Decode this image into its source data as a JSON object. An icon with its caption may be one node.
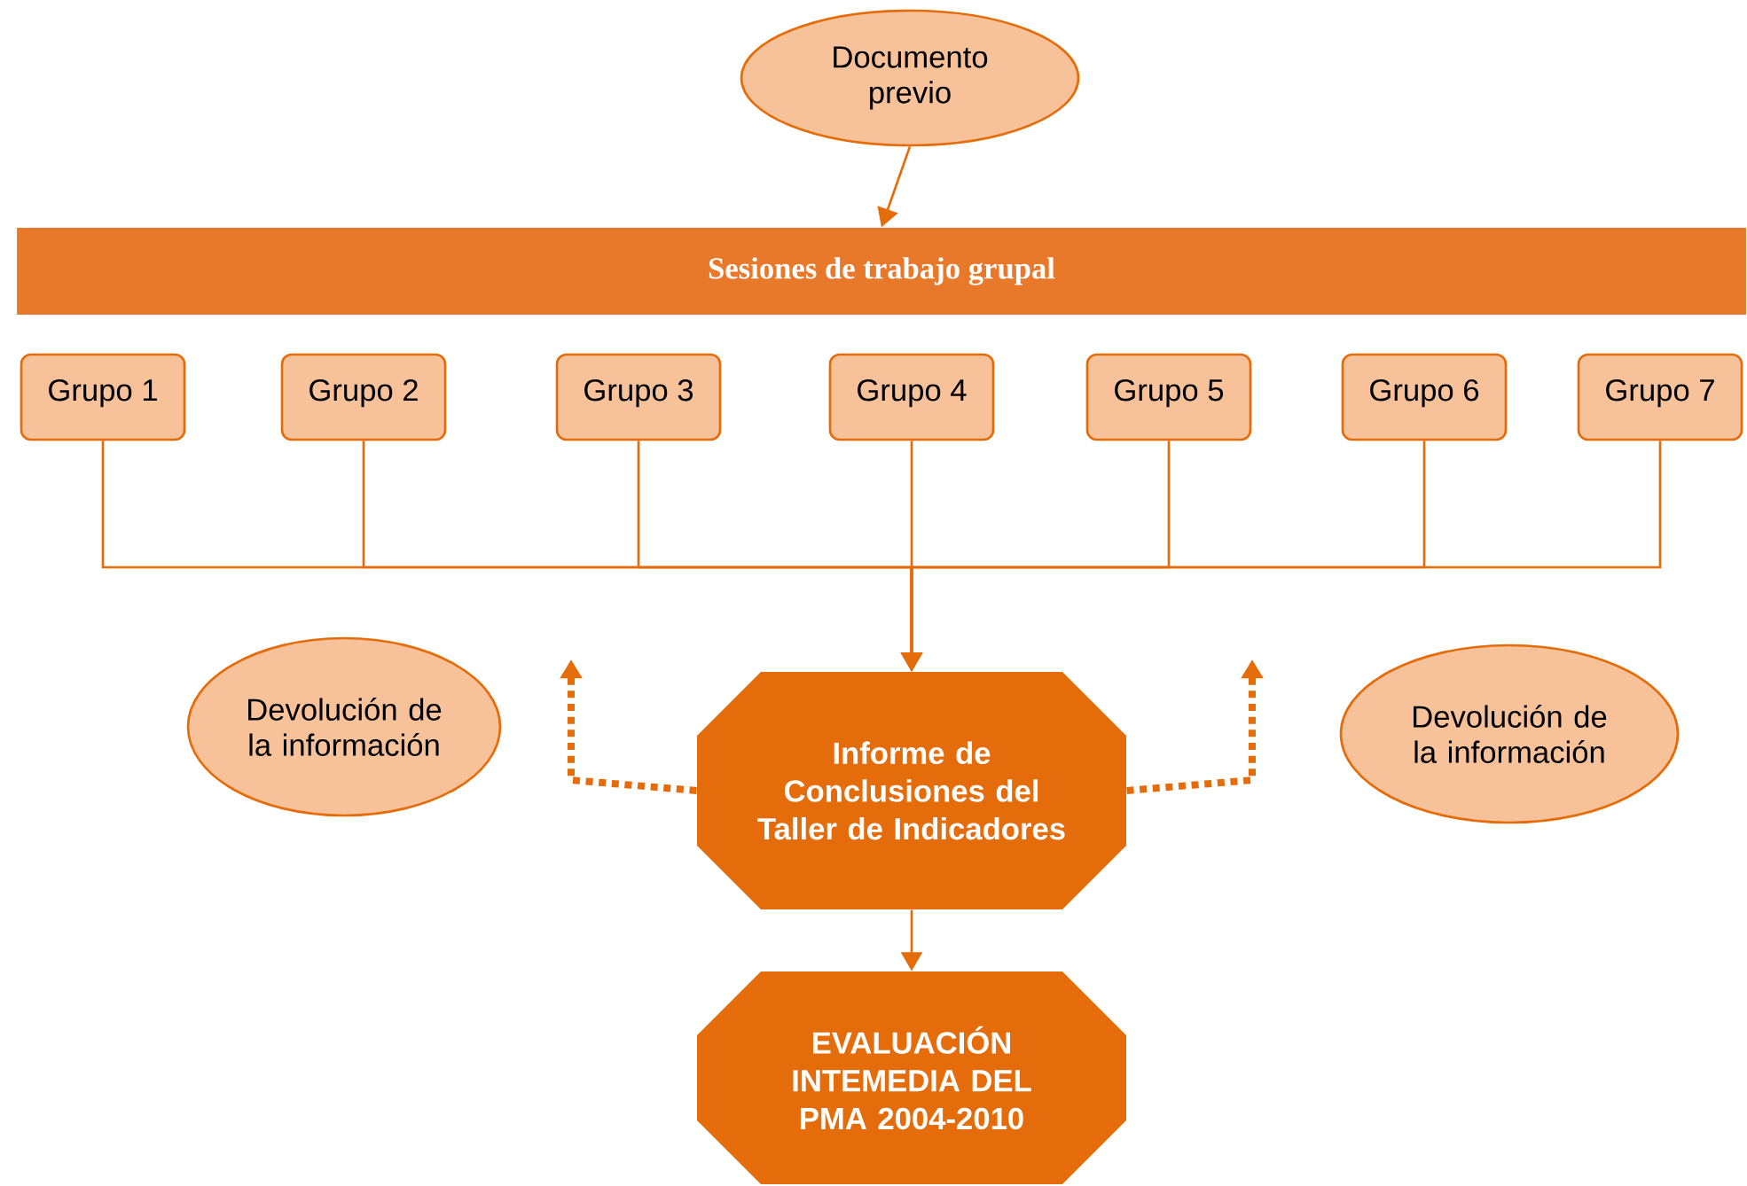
{
  "diagram": {
    "nodes": [
      {
        "text": [
          "Documento previo"
        ]
      },
      {
        "text": [
          "Sesiones de trabajo grupal"
        ]
      },
      {
        "text": [
          "Grupo 1"
        ]
      },
      {
        "text": [
          "Grupo 2"
        ]
      },
      {
        "text": [
          "Grupo 3"
        ]
      },
      {
        "text": [
          "Grupo 4"
        ]
      },
      {
        "text": [
          "Grupo 5"
        ]
      },
      {
        "text": [
          "Grupo 6"
        ]
      },
      {
        "text": [
          "Grupo 7"
        ]
      },
      {
        "text": [
          "Devolución de la información"
        ]
      },
      {
        "text": [
          "Informe de Conclusiones del Taller de Indicadores"
        ]
      },
      {
        "text": [
          "Devolución de la información"
        ]
      },
      {
        "text": [
          "EVALUACIÓN INTEMEDIA DEL PMA 2004-2010"
        ]
      }
    ],
    "edges": [
      {
        "from": 0,
        "to": 1,
        "arrow": "to"
      },
      {
        "from": 2,
        "to": 10,
        "arrow": "to"
      },
      {
        "from": 3,
        "to": 10,
        "arrow": "to"
      },
      {
        "from": 4,
        "to": 10,
        "arrow": "to"
      },
      {
        "from": 5,
        "to": 10,
        "arrow": "to"
      },
      {
        "from": 6,
        "to": 10,
        "arrow": "to"
      },
      {
        "from": 7,
        "to": 10,
        "arrow": "to"
      },
      {
        "from": 8,
        "to": 10,
        "arrow": "to"
      },
      {
        "from": 10,
        "to": null,
        "arrow": "to",
        "style": "dashed"
      },
      {
        "from": 10,
        "to": null,
        "arrow": "to",
        "style": "dashed"
      },
      {
        "from": 10,
        "to": 12,
        "arrow": "to"
      }
    ]
  }
}
